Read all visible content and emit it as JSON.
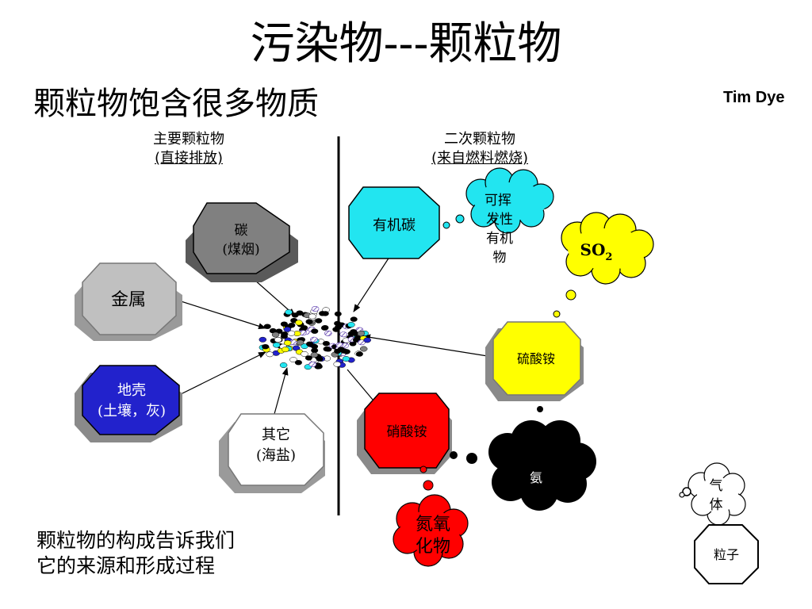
{
  "title": "污染物---颗粒物",
  "subtitle": "颗粒物饱含很多物质",
  "author": "Tim Dye",
  "left_heading": {
    "line1": "主要颗粒物",
    "line2": "(直接排放)"
  },
  "right_heading": {
    "line1": "二次颗粒物",
    "line2": "(来自燃料燃烧)"
  },
  "nodes": {
    "carbon": {
      "line1": "碳",
      "line2": "(煤烟)"
    },
    "metal": {
      "line1": "金属"
    },
    "crust": {
      "line1": "地壳",
      "line2": "(土壤，灰)"
    },
    "other": {
      "line1": "其它",
      "line2": "(海盐)"
    },
    "organic_carbon": {
      "line1": "有机碳"
    },
    "ammonium_sulfate": {
      "line1": "硫酸铵"
    },
    "ammonium_nitrate": {
      "line1": "硝酸铵"
    }
  },
  "clouds": {
    "voc": {
      "line1": "可挥",
      "line2": "发性",
      "line3": "有机",
      "line4": "物"
    },
    "so2": {
      "label": "SO",
      "sub": "2"
    },
    "ammonia": {
      "label": "氨"
    },
    "nox": {
      "line1": "氮氧",
      "line2": "化物"
    }
  },
  "legend": {
    "gas_line1": "气",
    "gas_line2": "体",
    "particle": "粒子"
  },
  "footer": {
    "line1": "颗粒物的构成告诉我们",
    "line2": "它的来源和形成过程"
  },
  "colors": {
    "carbon": "#808080",
    "metal": "#c0c0c0",
    "crust": "#2222cc",
    "other": "#ffffff",
    "organic_carbon": "#22e5f0",
    "ammonium_sulfate": "#ffff00",
    "ammonium_nitrate": "#ff0000",
    "voc_cloud": "#22e5f0",
    "so2_cloud": "#ffff00",
    "ammonia_cloud": "#000000",
    "nox_cloud": "#ff0000"
  }
}
